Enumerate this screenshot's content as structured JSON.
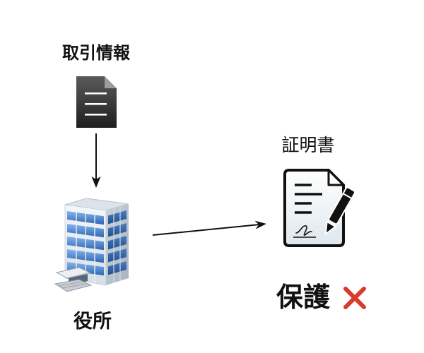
{
  "labels": {
    "transaction_info": "取引情報",
    "government_office": "役所",
    "certificate": "証明書",
    "protection": "保護"
  },
  "icons": {
    "document": "document-icon",
    "building": "office-building-icon",
    "certificate": "certificate-icon",
    "cross": "red-x-icon"
  },
  "colors": {
    "text": "#111111",
    "arrow": "#111111",
    "cross": "#d93a2b"
  }
}
